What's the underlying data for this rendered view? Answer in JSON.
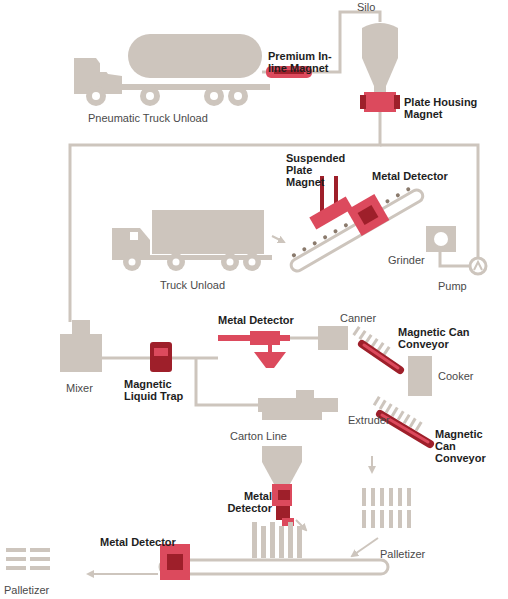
{
  "diagram": {
    "labels": [
      "Silo",
      "Premium In-line Magnet",
      "Pneumatic Truck Unload",
      "Plate Housing Magnet",
      "Suspended Plate Magnet",
      "Metal Detector",
      "Grinder",
      "Truck Unload",
      "Pump",
      "Canner",
      "Magnetic Can Conveyor",
      "Metal Detector",
      "Mixer",
      "Magnetic Liquid Trap",
      "Cooker",
      "Extruder",
      "Magnetic Can Conveyor",
      "Carton Line",
      "Metal Detector",
      "Palletizer",
      "Metal Detector",
      "Palletizer"
    ]
  }
}
